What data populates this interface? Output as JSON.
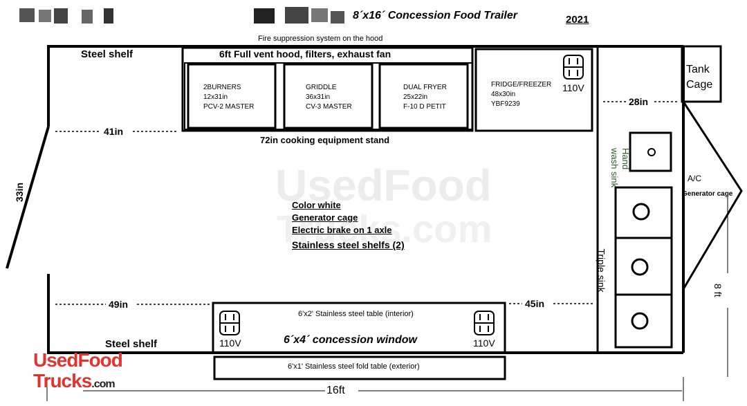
{
  "header": {
    "title": "8´x16´ Concession Food Trailer",
    "year": "2021",
    "hood_note": "Fire suppression system on the hood"
  },
  "zones": {
    "steel_shelf_top": "Steel shelf",
    "steel_shelf_bottom": "Steel shelf",
    "vent_hood": "6ft Full vent hood, filters, exhaust fan",
    "cooking_stand": "72in cooking equipment stand",
    "concession_window": "6´x4´ concession window",
    "interior_table": "6'x2' Stainless steel table (interior)",
    "exterior_table": "6'x1' Stainless steel fold table (exterior)",
    "hand_sink": "Hand wash sink",
    "triple_sink": "Triple sink",
    "tank_cage": "Tank Cage",
    "ac_label": "A/C",
    "generator_cage_label": "Generator cage"
  },
  "equipment": [
    {
      "lines": "2BURNERS\n12x31in\nPCV-2 MASTER"
    },
    {
      "lines": "GRIDDLE\n36x31in\nCV-3 MASTER"
    },
    {
      "lines": "DUAL FRYER\n25x22in\nF-10 D PETIT"
    },
    {
      "lines": "FRIDGE/FREEZER\n48x30in\nYBF9239"
    }
  ],
  "outlets": {
    "fridge": "110V",
    "window_left": "110V",
    "window_right": "110V"
  },
  "dimensions": {
    "d41": "41in",
    "d33": "33in",
    "d49": "49in",
    "d45": "45in",
    "d28": "28in",
    "length": "16ft",
    "width": "8 ft"
  },
  "features": [
    "Color white",
    "Generator cage",
    "Electric brake on 1 axle",
    "Stainless steel shelfs (2)"
  ],
  "watermark": {
    "used": "Used",
    "food": "Food",
    "trucks": "Trucks",
    "com": ".com"
  },
  "colors": {
    "outline": "#000000",
    "logo_red": "#e0342e",
    "watermark_gray": "#ececec",
    "hand_sink_label": "#2f5d2f"
  }
}
